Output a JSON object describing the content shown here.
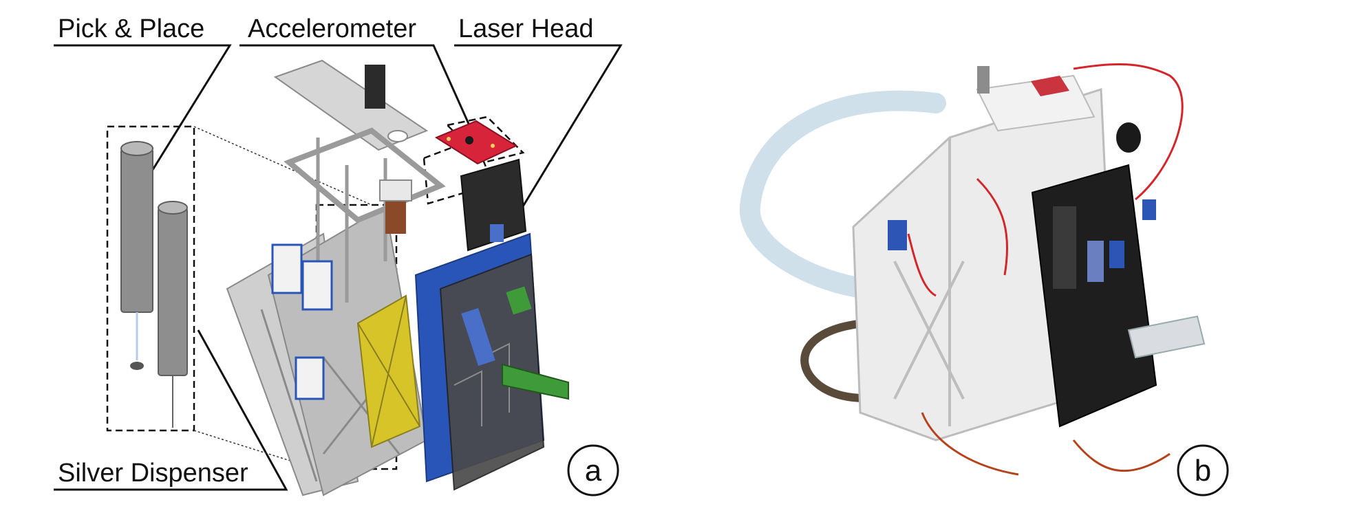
{
  "panel_a": {
    "letter": "a",
    "callouts": {
      "pick_place": "Pick & Place",
      "accelerometer": "Accelerometer",
      "laser_head": "Laser Head",
      "silver_dispenser": "Silver Dispenser"
    }
  },
  "panel_b": {
    "letter": "b"
  },
  "colors": {
    "frame_white": "#d8d8d8",
    "frame_shadow": "#9a9a9a",
    "accelerometer_red": "#d8243a",
    "board_blue": "#2a55b8",
    "board_dark": "#2b2b2b",
    "bluetooth_green": "#3f9a3a",
    "battery_yellow": "#d6c428",
    "copper": "#8a4a2a",
    "tube_clear": "#cfe0ea",
    "wire_red": "#d4262a"
  }
}
